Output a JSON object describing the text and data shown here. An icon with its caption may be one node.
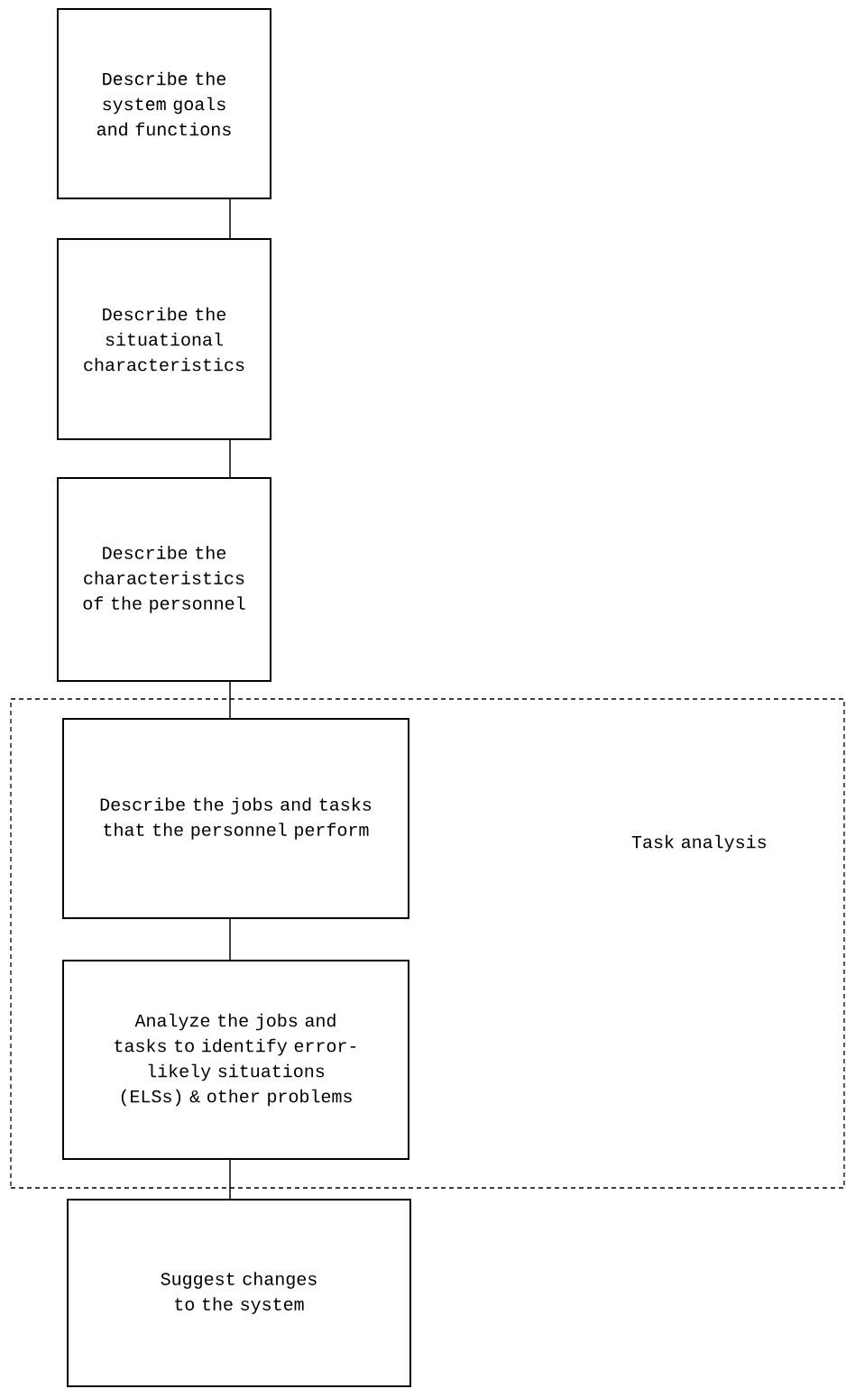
{
  "diagram": {
    "nodes": [
      {
        "text": [
          "Describe the system goals and functions"
        ]
      },
      {
        "text": [
          "Describe the situational characteristics"
        ]
      },
      {
        "text": [
          "Describe the characteristics of the personnel"
        ]
      },
      {
        "text": [
          "Task analysis"
        ]
      },
      {
        "text": [
          "Describe the jobs and tasks that the personnel perform"
        ],
        "in": 3
      },
      {
        "text": [
          "Analyze the jobs and tasks to identify error-likely situations (ELSs) & other problems"
        ],
        "in": 3
      },
      {
        "text": [
          "Suggest changes to the system"
        ]
      }
    ],
    "edges": [
      {
        "from": 0,
        "to": 1,
        "arrow": "none"
      },
      {
        "from": 1,
        "to": 2,
        "arrow": "none"
      },
      {
        "from": 2,
        "to": 4,
        "arrow": "none"
      },
      {
        "from": 4,
        "to": 5,
        "arrow": "none"
      },
      {
        "from": 5,
        "to": 6,
        "arrow": "none"
      }
    ]
  }
}
